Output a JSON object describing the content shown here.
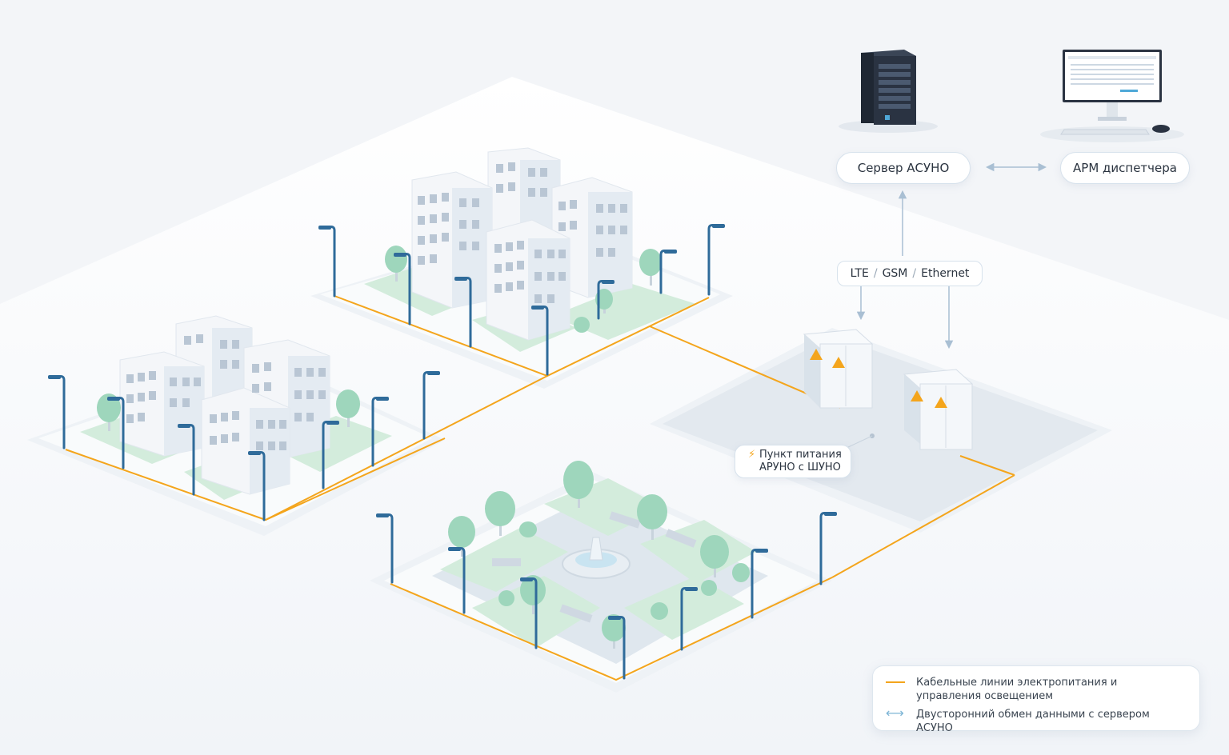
{
  "nodes": {
    "server": "Сервер АСУНО",
    "operator": "АРМ диспетчера"
  },
  "network": {
    "items": [
      "LTE",
      "GSM",
      "Ethernet"
    ],
    "separator": "/"
  },
  "substation": {
    "line1": "Пункт питания",
    "line2": "АРУНО с ШУНО"
  },
  "legend": {
    "cable": "Кабельные линии электропитания и управления освещением",
    "exchange": "Двусторонний обмен данными с сервером АСУНО"
  },
  "colors": {
    "cable": "#f4a51c",
    "arrow": "#a9bfd3",
    "exchange_arrow": "#7fb6d6",
    "lamp": "#2f6b9a",
    "tree": "#9ed6bc",
    "grass": "#d3ecdc",
    "building": "#f8f9fb",
    "window": "#b9c6d4",
    "server": "#2a3342",
    "hazard": "#f4a51c"
  },
  "icons": {
    "server": "server-rack-icon",
    "workstation": "computer-monitor-icon",
    "hazard": "high-voltage-icon",
    "bolt": "lightning-bolt-icon"
  }
}
